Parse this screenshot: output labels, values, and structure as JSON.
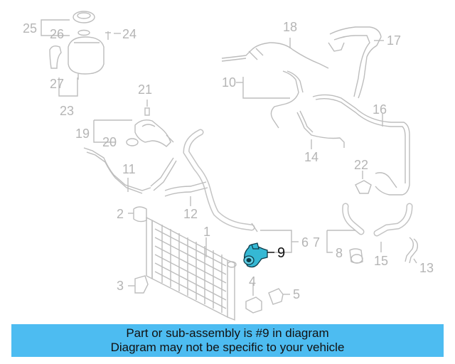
{
  "callouts": {
    "c1": "1",
    "c2": "2",
    "c3": "3",
    "c4": "4",
    "c5": "5",
    "c6": "6",
    "c7": "7",
    "c8": "8",
    "c9": "9",
    "c10": "10",
    "c11": "11",
    "c12": "12",
    "c13": "13",
    "c14": "14",
    "c15": "15",
    "c16": "16",
    "c17": "17",
    "c18": "18",
    "c19": "19",
    "c20": "20",
    "c21": "21",
    "c22": "22",
    "c23": "23",
    "c24": "24",
    "c25": "25",
    "c26": "26",
    "c27": "27"
  },
  "highlight": {
    "part_number": "9",
    "color": "#35b8d4"
  },
  "footer": {
    "line1": "Part or sub-assembly is #9 in diagram",
    "line2": "Diagram may not be specific to your vehicle",
    "background": "#4dbcf1"
  }
}
